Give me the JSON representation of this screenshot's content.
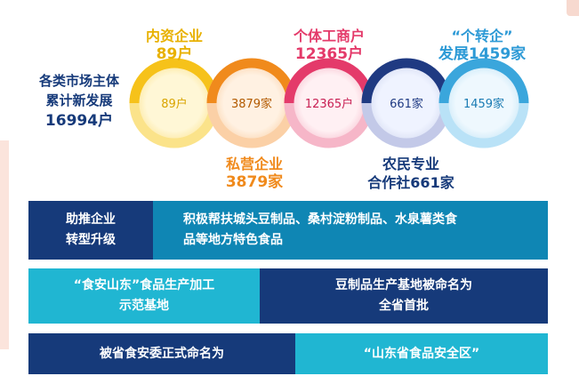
{
  "summary": {
    "line1": "各类市场主体",
    "line2": "累计新发展",
    "total": "16994户"
  },
  "labels": {
    "domestic_name": "内资企业",
    "domestic_value": "89户",
    "individual_name": "个体工商户",
    "individual_value": "12365户",
    "transfer_name": "“个转企”",
    "transfer_value": "发展1459家",
    "private_name": "私营企业",
    "private_value": "3879家",
    "coop_name1": "农民专业",
    "coop_name2": "合作社661家"
  },
  "rings": [
    {
      "text": "89户",
      "color": "#f6c21a"
    },
    {
      "text": "3879家",
      "color": "#f08a1c"
    },
    {
      "text": "12365户",
      "color": "#e43a6a"
    },
    {
      "text": "661家",
      "color": "#1f3a82"
    },
    {
      "text": "1459家",
      "color": "#3aa6dc"
    }
  ],
  "rows": [
    {
      "left": [
        "助推企业",
        "转型升级"
      ],
      "right": [
        "积极帮扶城头豆制品、桑村淀粉制品、水泉薯类食",
        "品等地方特色食品"
      ]
    },
    {
      "left": [
        "“食安山东”食品生产加工",
        "示范基地"
      ],
      "right": [
        "豆制品生产基地被命名为",
        "全省首批"
      ]
    },
    {
      "left": [
        "被省食安委正式命名为"
      ],
      "right": [
        "“山东省食品安全区”"
      ]
    }
  ],
  "colors": {
    "navy": "#163a7a",
    "teal": "#20b6d2",
    "blue": "#0f86b4",
    "yellow": "#f6c21a",
    "orange": "#f08a1c",
    "pink": "#e43a6a",
    "light_blue": "#3aa6dc"
  }
}
